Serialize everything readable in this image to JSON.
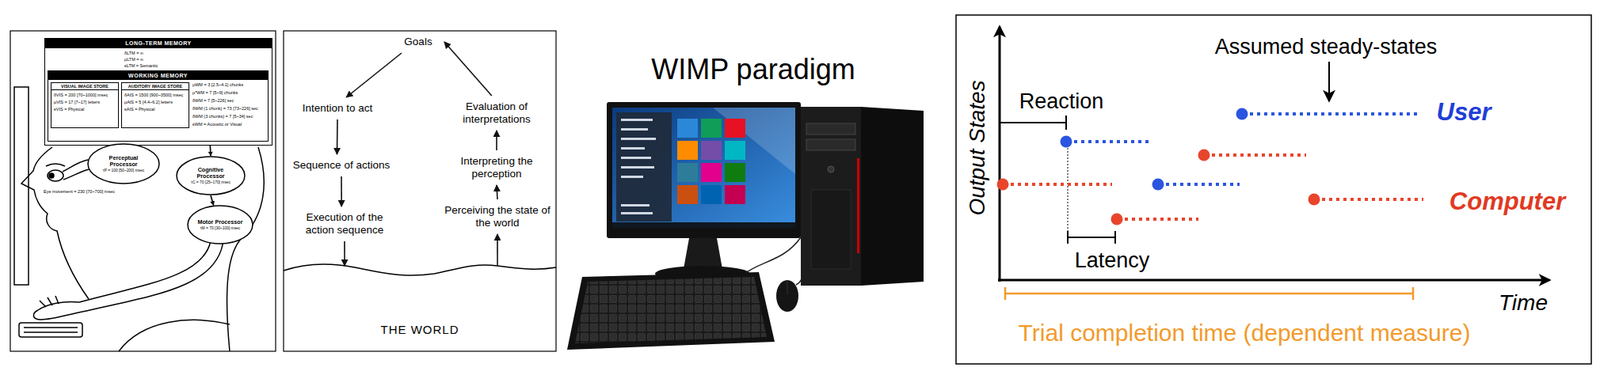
{
  "diagram": {
    "nodes": [
      {
        "text": [
          "LONG-TERM MEMORY",
          "δLTM = ∞",
          "μLTM = ∞",
          "κLTM = Semantic"
        ]
      },
      {
        "text": [
          "WORKING MEMORY",
          "μWM = 3 [2.5~4.1] chunks",
          "μ*WM = 7 [5~9] chunks",
          "δWM = 7 [5~226] sec",
          "δWM (1 chunk) = 73 [73~226] sec",
          "δWM (3 chunks) = 7 [5~34] sec",
          "κWM = Acoustic or Visual"
        ],
        "in": 0
      },
      {
        "text": [
          "VISUAL IMAGE STORE",
          "δVIS = 200 [70~1000] msec",
          "μVIS = 17 [7~17] letters",
          "κVIS = Physical"
        ],
        "in": 1
      },
      {
        "text": [
          "AUDITORY IMAGE STORE",
          "δAIS = 1500 [900~3500] msec",
          "μAIS = 5 [4.4~6.2] letters",
          "κAIS = Physical"
        ],
        "in": 1
      },
      {
        "text": [
          "Perceptual Processor",
          "τP = 100 [50~200] msec"
        ]
      },
      {
        "text": [
          "Cognitive Processor",
          "τC = 70 [25~170] msec"
        ]
      },
      {
        "text": [
          "Motor Processor",
          "τM = 70 [30~100] msec"
        ]
      },
      {
        "text": [
          "Goals"
        ]
      },
      {
        "text": [
          "Intention to act"
        ]
      },
      {
        "text": [
          "Sequence of actions"
        ]
      },
      {
        "text": [
          "Execution of the action sequence"
        ]
      },
      {
        "text": [
          "THE WORLD"
        ]
      },
      {
        "text": [
          "Perceiving the state of the world"
        ]
      },
      {
        "text": [
          "Interpreting the perception"
        ]
      },
      {
        "text": [
          "Evaluation of interpretations"
        ]
      }
    ],
    "edges": [
      {
        "from": 4,
        "to": 2,
        "arrow": "to"
      },
      {
        "from": 4,
        "to": 3,
        "arrow": "to"
      },
      {
        "from": 5,
        "to": 1,
        "arrow": "both"
      },
      {
        "from": 5,
        "to": 6,
        "arrow": "to"
      },
      {
        "from": 7,
        "to": 8,
        "arrow": "to"
      },
      {
        "from": 8,
        "to": 9,
        "arrow": "to"
      },
      {
        "from": 9,
        "to": 10,
        "arrow": "to"
      },
      {
        "from": 10,
        "to": 11,
        "arrow": "to"
      },
      {
        "from": 11,
        "to": 12,
        "arrow": "to"
      },
      {
        "from": 12,
        "to": 13,
        "arrow": "to"
      },
      {
        "from": 13,
        "to": 14,
        "arrow": "to"
      },
      {
        "from": 14,
        "to": 7,
        "arrow": "to"
      }
    ],
    "labels": [
      "Eye movement = 230 [70~700] msec",
      "WIMP paradigm",
      "Output States",
      "Time",
      "Reaction",
      "Latency",
      "Assumed steady-states",
      "User",
      "Computer",
      "Trial completion time (dependent measure)"
    ]
  }
}
